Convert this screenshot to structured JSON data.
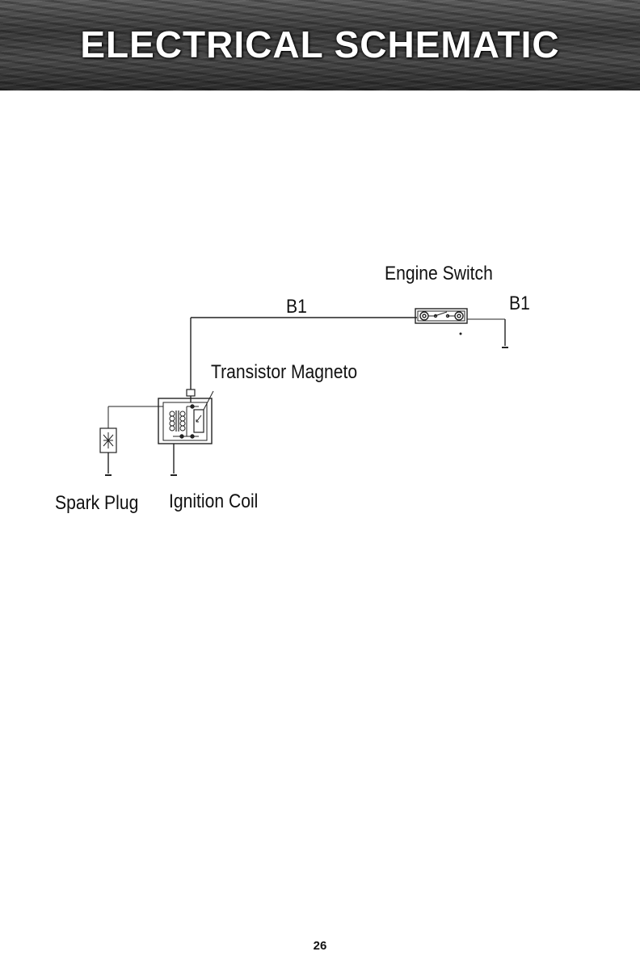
{
  "header": {
    "title": "ELECTRICAL SCHEMATIC"
  },
  "diagram": {
    "labels": {
      "engine_switch": "Engine Switch",
      "wire_b1_main": "B1",
      "wire_b1_right": "B1",
      "transistor_magneto": "Transistor Magneto",
      "spark_plug": "Spark Plug",
      "ignition_coil": "Ignition Coil"
    }
  },
  "footer": {
    "page_number": "26"
  }
}
